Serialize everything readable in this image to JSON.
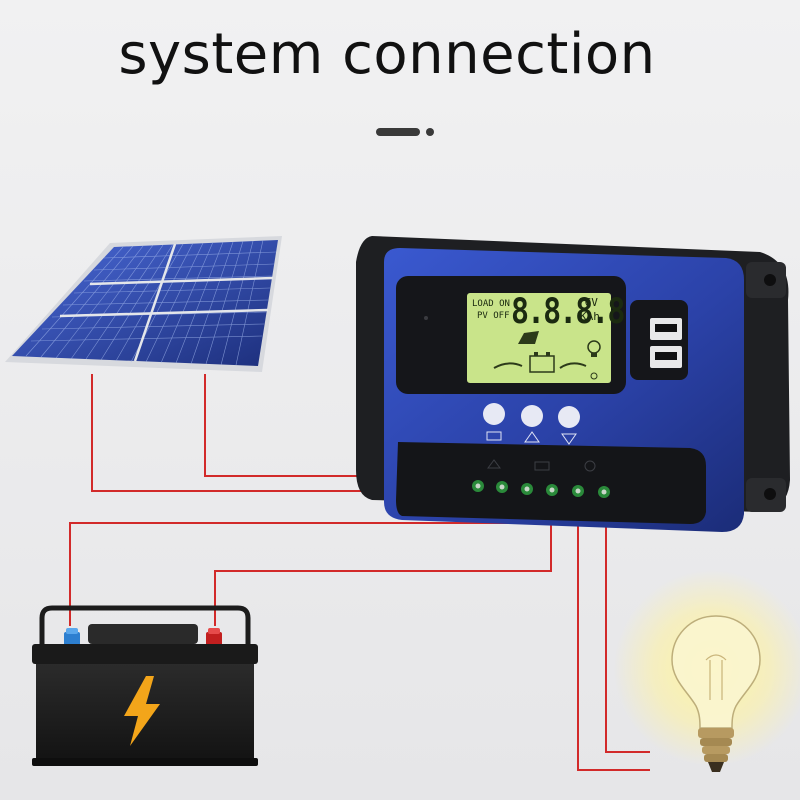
{
  "title": "system connection",
  "lcd": {
    "load_label": "LOAD ON",
    "pv_label": "PV OFF",
    "digits": "8.8.8.8",
    "unit_volt": "°CV",
    "unit_kah": "KAh"
  },
  "colors": {
    "controller_body": "#2f47b4",
    "lcd_background": "#c9e48a",
    "wire": "#d22a2a",
    "terminal": "#2a8a3a"
  },
  "icons": [
    "solar-panel-icon",
    "charge-controller-icon",
    "battery-icon",
    "lightning-bolt-icon",
    "light-bulb-icon"
  ]
}
